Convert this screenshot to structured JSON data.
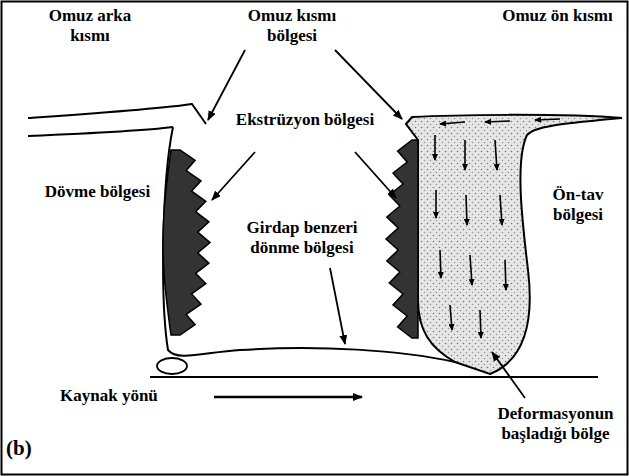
{
  "diagram": {
    "labels": [
      "Omuz arka kısmı",
      "Omuz kısmı bölgesi",
      "Omuz ön kısmı",
      "Ekstrüzyon bölgesi",
      "Dövme bölgesi",
      "Girdap benzeri dönme bölgesi",
      "Ön-tav bölgesi",
      "Deformasyonun başladığı bölge",
      "Kaynak yönü",
      "(b)"
    ]
  }
}
